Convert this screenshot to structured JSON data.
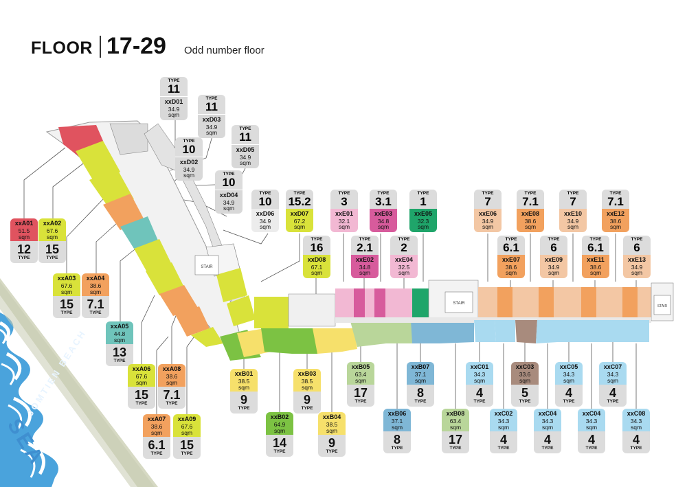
{
  "header": {
    "floor_label": "FLOOR",
    "floor_range": "17-29",
    "subtitle": "Odd number floor"
  },
  "beach": {
    "name": "JOMTIEN BEACH",
    "sea": "SEA"
  },
  "plan_labels": {
    "stair": "STAIR"
  },
  "common_labels": {
    "sqm": "sqm",
    "type": "TYPE"
  },
  "colors": {
    "red": "#e0535f",
    "yellow": "#d9e23a",
    "orange": "#f2a15e",
    "teal": "#6fc4bb",
    "lightyellow": "#f6e06b",
    "green": "#7cc243",
    "paleGreen": "#b9d69a",
    "blue": "#7fb7d6",
    "lightblue": "#a9daf0",
    "brown": "#a88b7d",
    "pink": "#f2b8d3",
    "magenta": "#d75b9c",
    "emerald": "#1fa56a",
    "peach": "#f3c7a4",
    "grey": "#d8d8d8"
  },
  "units": [
    {
      "code": "xxA01",
      "area": "51.5",
      "type": "12",
      "color": "#e0535f"
    },
    {
      "code": "xxA02",
      "area": "67.6",
      "type": "15",
      "color": "#d9e23a"
    },
    {
      "code": "xxA03",
      "area": "67.6",
      "type": "15",
      "color": "#d9e23a"
    },
    {
      "code": "xxA04",
      "area": "38.6",
      "type": "7.1",
      "color": "#f2a15e"
    },
    {
      "code": "xxA05",
      "area": "44.8",
      "type": "13",
      "color": "#6fc4bb"
    },
    {
      "code": "xxA06",
      "area": "67.6",
      "type": "15",
      "color": "#d9e23a"
    },
    {
      "code": "xxA08",
      "area": "38.6",
      "type": "7.1",
      "color": "#f2a15e"
    },
    {
      "code": "xxA07",
      "area": "38.6",
      "type": "6.1",
      "color": "#f2a15e"
    },
    {
      "code": "xxA09",
      "area": "67.6",
      "type": "15",
      "color": "#d9e23a"
    },
    {
      "code": "xxB01",
      "area": "38.5",
      "type": "9",
      "color": "#f6e06b"
    },
    {
      "code": "xxB02",
      "area": "64.9",
      "type": "14",
      "color": "#7cc243"
    },
    {
      "code": "xxB03",
      "area": "38.5",
      "type": "9",
      "color": "#f6e06b"
    },
    {
      "code": "xxB04",
      "area": "38.5",
      "type": "9",
      "color": "#f6e06b"
    },
    {
      "code": "xxB05",
      "area": "63.4",
      "type": "17",
      "color": "#b9d69a"
    },
    {
      "code": "xxB06",
      "area": "37.1",
      "type": "8",
      "color": "#7fb7d6"
    },
    {
      "code": "xxB07",
      "area": "37.1",
      "type": "8",
      "color": "#7fb7d6"
    },
    {
      "code": "xxB08",
      "area": "63.4",
      "type": "17",
      "color": "#b9d69a"
    },
    {
      "code": "xxC01",
      "area": "34.3",
      "type": "4",
      "color": "#a9daf0"
    },
    {
      "code": "xxC02",
      "area": "34.3",
      "type": "4",
      "color": "#a9daf0"
    },
    {
      "code": "xxC03",
      "area": "33.6",
      "type": "5",
      "color": "#a88b7d"
    },
    {
      "code": "xxC04",
      "area": "34.3",
      "type": "4",
      "color": "#a9daf0"
    },
    {
      "code": "xxC05",
      "area": "34.3",
      "type": "4",
      "color": "#a9daf0"
    },
    {
      "code": "xxC04",
      "area": "34.3",
      "type": "4",
      "color": "#a9daf0"
    },
    {
      "code": "xxC07",
      "area": "34.3",
      "type": "4",
      "color": "#a9daf0"
    },
    {
      "code": "xxC08",
      "area": "34.3",
      "type": "4",
      "color": "#a9daf0"
    },
    {
      "code": "xxD01",
      "area": "34.9",
      "type": "11",
      "color": "#d8d8d8"
    },
    {
      "code": "xxD03",
      "area": "34.9",
      "type": "11",
      "color": "#d8d8d8"
    },
    {
      "code": "xxD02",
      "area": "34.9",
      "type": "10",
      "color": "#d8d8d8"
    },
    {
      "code": "xxD05",
      "area": "34.9",
      "type": "11",
      "color": "#d8d8d8"
    },
    {
      "code": "xxD04",
      "area": "34.9",
      "type": "10",
      "color": "#d8d8d8"
    },
    {
      "code": "xxD06",
      "area": "34.9",
      "type": "10",
      "color": "#d8d8d8"
    },
    {
      "code": "xxD07",
      "area": "67.2",
      "type": "15.2",
      "color": "#d9e23a"
    },
    {
      "code": "xxD08",
      "area": "67.1",
      "type": "16",
      "color": "#d9e23a"
    },
    {
      "code": "xxE01",
      "area": "32.1",
      "type": "3",
      "color": "#f2b8d3"
    },
    {
      "code": "xxE03",
      "area": "34.8",
      "type": "3.1",
      "color": "#d75b9c"
    },
    {
      "code": "xxE05",
      "area": "32.3",
      "type": "1",
      "color": "#1fa56a"
    },
    {
      "code": "xxE02",
      "area": "34.8",
      "type": "2.1",
      "color": "#d75b9c"
    },
    {
      "code": "xxE04",
      "area": "32.5",
      "type": "2",
      "color": "#f2b8d3"
    },
    {
      "code": "xxE06",
      "area": "34.9",
      "type": "7",
      "color": "#f3c7a4"
    },
    {
      "code": "xxE08",
      "area": "38.6",
      "type": "7.1",
      "color": "#f2a15e"
    },
    {
      "code": "xxE10",
      "area": "34.9",
      "type": "7",
      "color": "#f3c7a4"
    },
    {
      "code": "xxE12",
      "area": "38.6",
      "type": "7.1",
      "color": "#f2a15e"
    },
    {
      "code": "xxE07",
      "area": "38.6",
      "type": "6.1",
      "color": "#f2a15e"
    },
    {
      "code": "xxE09",
      "area": "34.9",
      "type": "6",
      "color": "#f3c7a4"
    },
    {
      "code": "xxE11",
      "area": "38.6",
      "type": "6.1",
      "color": "#f2a15e"
    },
    {
      "code": "xxE13",
      "area": "34.9",
      "type": "6",
      "color": "#f3c7a4"
    }
  ]
}
